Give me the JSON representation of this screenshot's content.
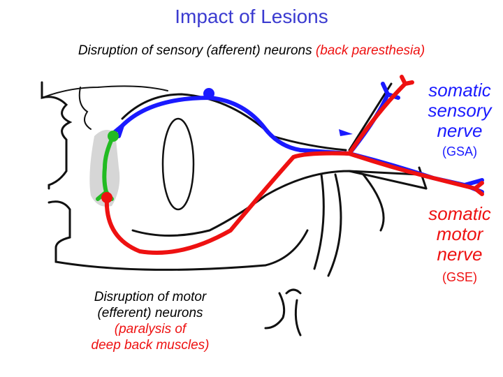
{
  "title": "Impact of Lesions",
  "subtitle": {
    "black": "Disruption of sensory (afferent) neurons ",
    "red": "(back paresthesia)"
  },
  "labels": {
    "sensory_nerve": "somatic sensory nerve",
    "sensory_abbr": "(GSA)",
    "motor_nerve": "somatic motor nerve",
    "motor_abbr": "(GSE)"
  },
  "motor_disruption": {
    "line1": "Disruption of motor",
    "line2": "(efferent) neurons",
    "line3": "(paralysis of",
    "line4": "deep back muscles)"
  },
  "colors": {
    "sensory": "#1a1aff",
    "motor": "#ee1111",
    "interneuron": "#22bb22",
    "title": "#3b3bd0"
  }
}
